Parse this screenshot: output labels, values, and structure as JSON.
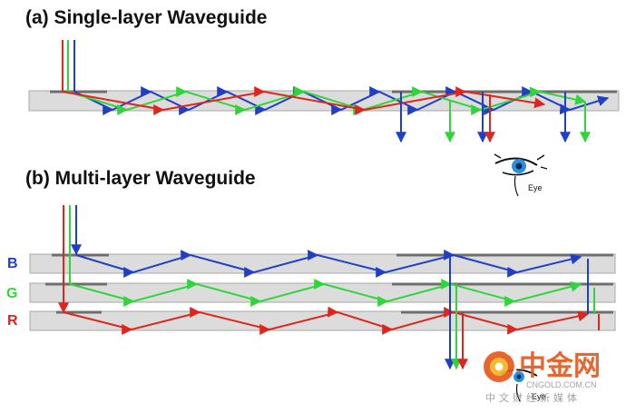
{
  "panel_a": {
    "title": "(a) Single-layer Waveguide"
  },
  "panel_b": {
    "title": "(b) Multi-layer Waveguide"
  },
  "layers": [
    {
      "label": "B",
      "color": "#1f3fc8"
    },
    {
      "label": "G",
      "color": "#2fd63a"
    },
    {
      "label": "R",
      "color": "#e0261c"
    }
  ],
  "eye_label": "Eye",
  "eye_label_b": "Eye",
  "watermark": {
    "name": "中金网",
    "url": "CNGOLD.COM.CN",
    "tagline": "中文财经新媒体"
  },
  "colors": {
    "blue": "#1f3fc8",
    "green": "#2fd63a",
    "red": "#e0261c",
    "waveguide_fill": "#dcdcdc",
    "waveguide_edge": "#a8a8a8",
    "grating": "#6e6e6e"
  }
}
